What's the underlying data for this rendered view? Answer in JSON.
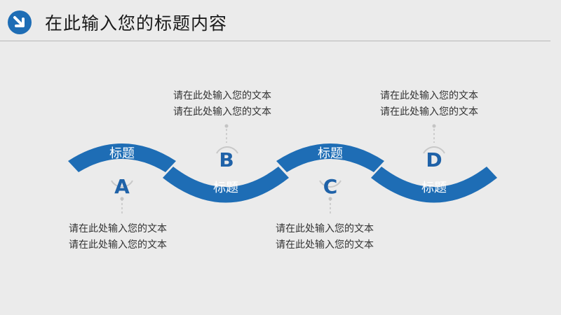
{
  "header": {
    "title": "在此输入您的标题内容",
    "icon": "arrow-down-right-circle-icon",
    "accent_color": "#1e6db5"
  },
  "steps": [
    {
      "letter": "A",
      "title": "标题",
      "desc": [
        "请在此处输入您的文本",
        "请在此处输入您的文本"
      ]
    },
    {
      "letter": "B",
      "title": "标题",
      "desc": [
        "请在此处输入您的文本",
        "请在此处输入您的文本"
      ]
    },
    {
      "letter": "C",
      "title": "标题",
      "desc": [
        "请在此处输入您的文本",
        "请在此处输入您的文本"
      ]
    },
    {
      "letter": "D",
      "title": "标题",
      "desc": [
        "请在此处输入您的文本",
        "请在此处输入您的文本"
      ]
    }
  ],
  "colors": {
    "band": "#1e6db5",
    "letter": "#1f62a8",
    "connector": "#c4c4c4",
    "text": "#333333"
  }
}
